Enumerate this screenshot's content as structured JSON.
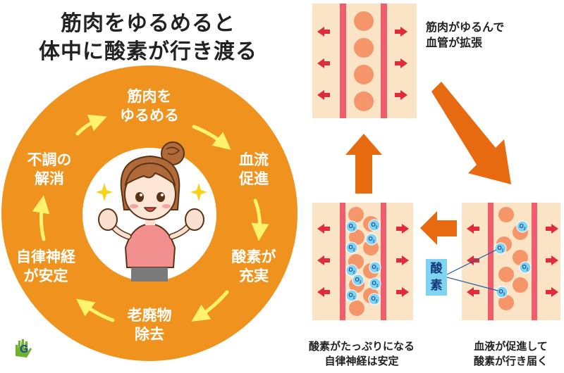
{
  "title": {
    "line1": "筋肉をゆるめると",
    "line2": "体中に酸素が行き渡る"
  },
  "cycle": {
    "steps": [
      {
        "line1": "筋肉を",
        "line2": "ゆるめる"
      },
      {
        "line1": "血流",
        "line2": "促進"
      },
      {
        "line1": "酸素が",
        "line2": "充実"
      },
      {
        "line1": "老廃物",
        "line2": "除去"
      },
      {
        "line1": "自律神経",
        "line2": "が安定"
      },
      {
        "line1": "不調の",
        "line2": "解消"
      }
    ]
  },
  "vessels": {
    "top": {
      "line1": "筋肉がゆるんで",
      "line2": "血管が拡張"
    },
    "bottom_left": {
      "line1": "酸素がたっぷりになる",
      "line2": "自律神経は安定"
    },
    "bottom_right": {
      "line1": "血液が促進して",
      "line2": "酸素が行き届く"
    }
  },
  "oxygen_label": {
    "line1": "酸",
    "line2": "素"
  },
  "o2_symbol": "O",
  "o2_sub": "2",
  "logo_letter": "G",
  "colors": {
    "ring": "#f0931e",
    "vessel_wall": "#ee5e6f",
    "tissue": "#fbe3c5",
    "cell": "#f5956a",
    "flow_arrow": "#e76a10",
    "tissue_arrow": "#e02b3b",
    "cycle_arrow": "#fff36e",
    "oxygen": "#7fd3f3"
  }
}
